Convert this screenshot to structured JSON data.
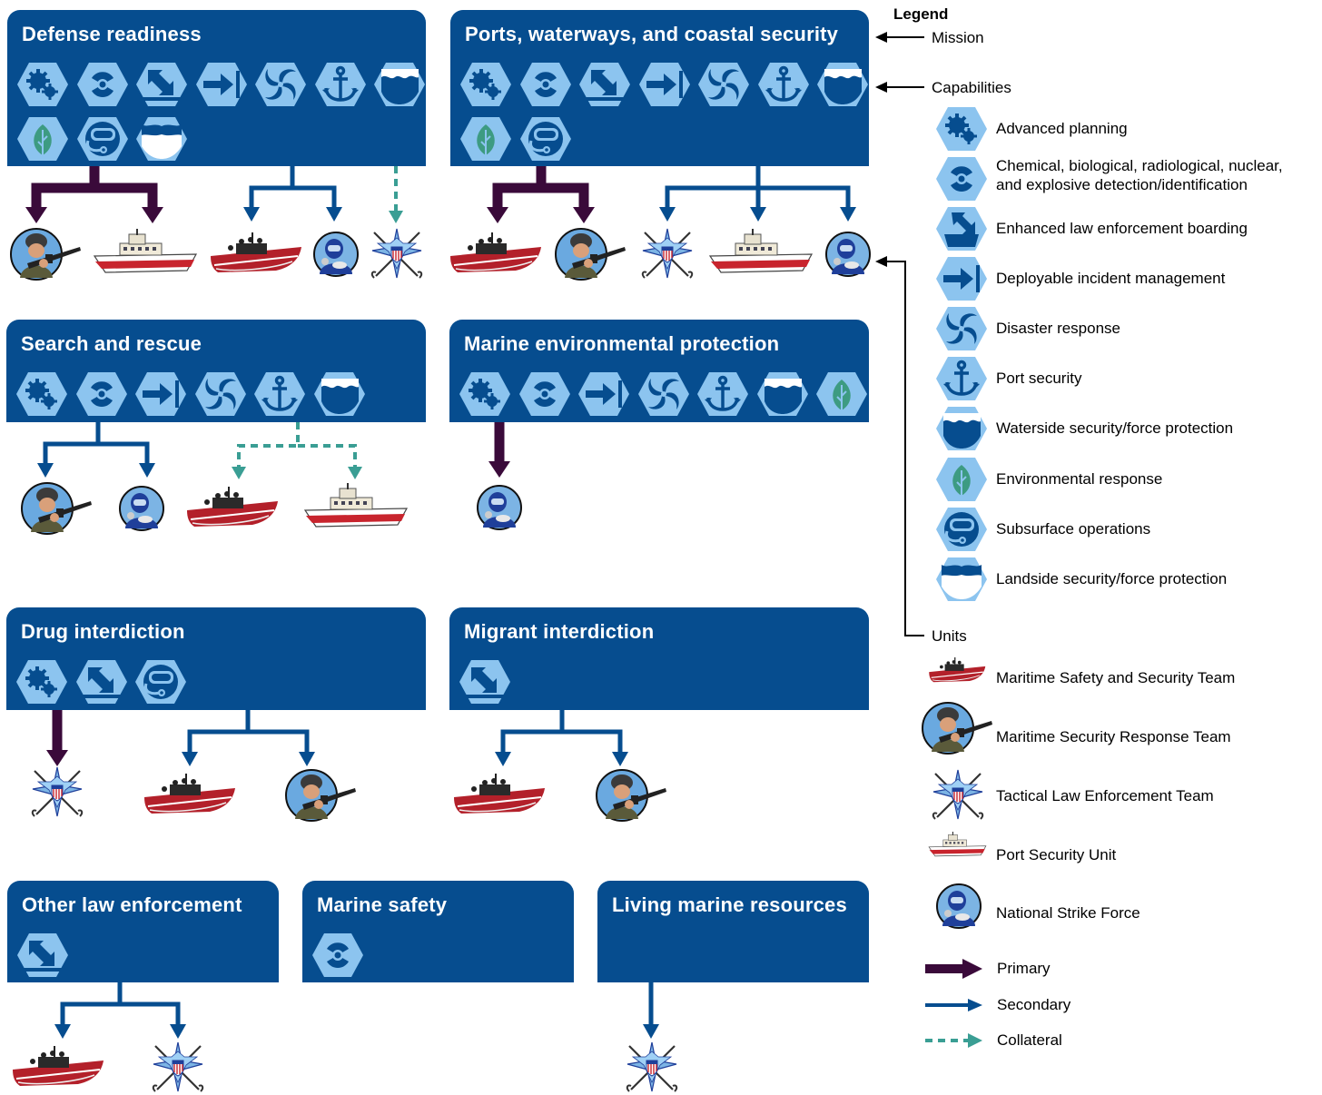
{
  "missions": {
    "defense_readiness": "Defense readiness",
    "ports": "Ports, waterways, and coastal security",
    "search_rescue": "Search and rescue",
    "marine_env": "Marine environmental protection",
    "drug": "Drug interdiction",
    "migrant": "Migrant interdiction",
    "other_le": "Other law enforcement",
    "marine_safety": "Marine safety",
    "living_marine": "Living marine resources"
  },
  "legend": {
    "title": "Legend",
    "mission_label": "Mission",
    "capabilities_label": "Capabilities",
    "units_label": "Units",
    "capabilities": [
      {
        "icon": "gears-icon",
        "label": "Advanced planning"
      },
      {
        "icon": "radiation-icon",
        "label": "Chemical, biological, radiological, nuclear,\nand explosive detection/identification"
      },
      {
        "icon": "boarding-arrow-icon",
        "label": "Enhanced law enforcement boarding"
      },
      {
        "icon": "deploy-arrow-icon",
        "label": "Deployable incident management"
      },
      {
        "icon": "swirl-icon",
        "label": "Disaster response"
      },
      {
        "icon": "anchor-icon",
        "label": "Port security"
      },
      {
        "icon": "waterside-icon",
        "label": "Waterside security/force protection"
      },
      {
        "icon": "leaf-icon",
        "label": "Environmental response"
      },
      {
        "icon": "diver-mask-icon",
        "label": "Subsurface operations"
      },
      {
        "icon": "landside-icon",
        "label": "Landside security/force protection"
      }
    ],
    "units": [
      {
        "icon": "red-boat-icon",
        "label": "Maritime Safety and Security Team"
      },
      {
        "icon": "soldier-icon",
        "label": "Maritime Security Response Team"
      },
      {
        "icon": "star-swords-icon",
        "label": "Tactical Law Enforcement Team"
      },
      {
        "icon": "white-cutter-icon",
        "label": "Port Security Unit"
      },
      {
        "icon": "hazmat-diver-icon",
        "label": "National Strike Force"
      }
    ],
    "link_types": [
      {
        "label": "Primary",
        "color": "#3a0a3a"
      },
      {
        "label": "Secondary",
        "color": "#064d8f"
      },
      {
        "label": "Collateral",
        "color": "#3a9e94"
      }
    ]
  },
  "colors": {
    "mission_fill": "#064d8f",
    "capability_hex": "#8cc4ef",
    "capability_glyph": "#064d8f",
    "primary": "#3a0a3a",
    "secondary": "#064d8f",
    "collateral": "#3a9e94"
  }
}
